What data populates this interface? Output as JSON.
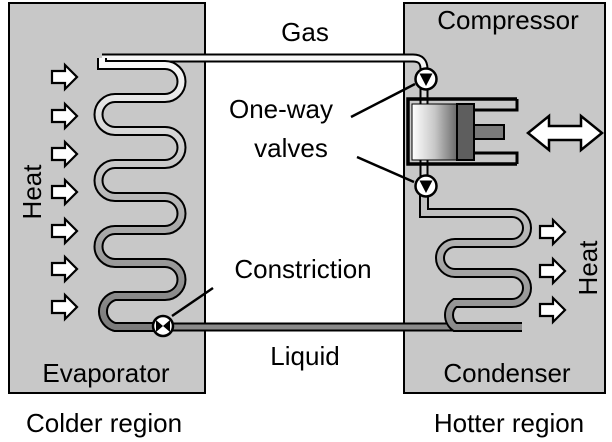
{
  "labels": {
    "gas": "Gas",
    "liquid": "Liquid",
    "compressor": "Compressor",
    "one_way_line1": "One-way",
    "one_way_line2": "valves",
    "constriction": "Constriction",
    "evaporator": "Evaporator",
    "condenser": "Condenser",
    "heat_left": "Heat",
    "heat_right": "Heat",
    "colder_region": "Colder region",
    "hotter_region": "Hotter region"
  },
  "colors": {
    "panel_fill": "#c8c8c8",
    "pipe_light": "#f4f4f4",
    "pipe_dark": "#888888",
    "outline": "#000000"
  },
  "icons": [
    "right-arrow-icon",
    "double-arrow-icon",
    "valve-icon",
    "constriction-icon"
  ]
}
